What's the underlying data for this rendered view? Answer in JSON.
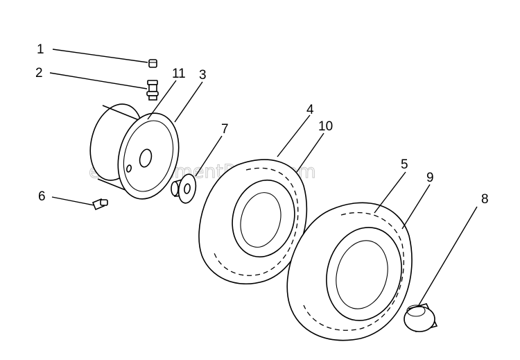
{
  "watermark": "eReplacementParts.com",
  "callouts": [
    {
      "id": "1",
      "label": "1"
    },
    {
      "id": "2",
      "label": "2"
    },
    {
      "id": "11",
      "label": "11"
    },
    {
      "id": "3",
      "label": "3"
    },
    {
      "id": "7",
      "label": "7"
    },
    {
      "id": "4",
      "label": "4"
    },
    {
      "id": "10",
      "label": "10"
    },
    {
      "id": "6",
      "label": "6"
    },
    {
      "id": "5",
      "label": "5"
    },
    {
      "id": "9",
      "label": "9"
    },
    {
      "id": "8",
      "label": "8"
    }
  ]
}
